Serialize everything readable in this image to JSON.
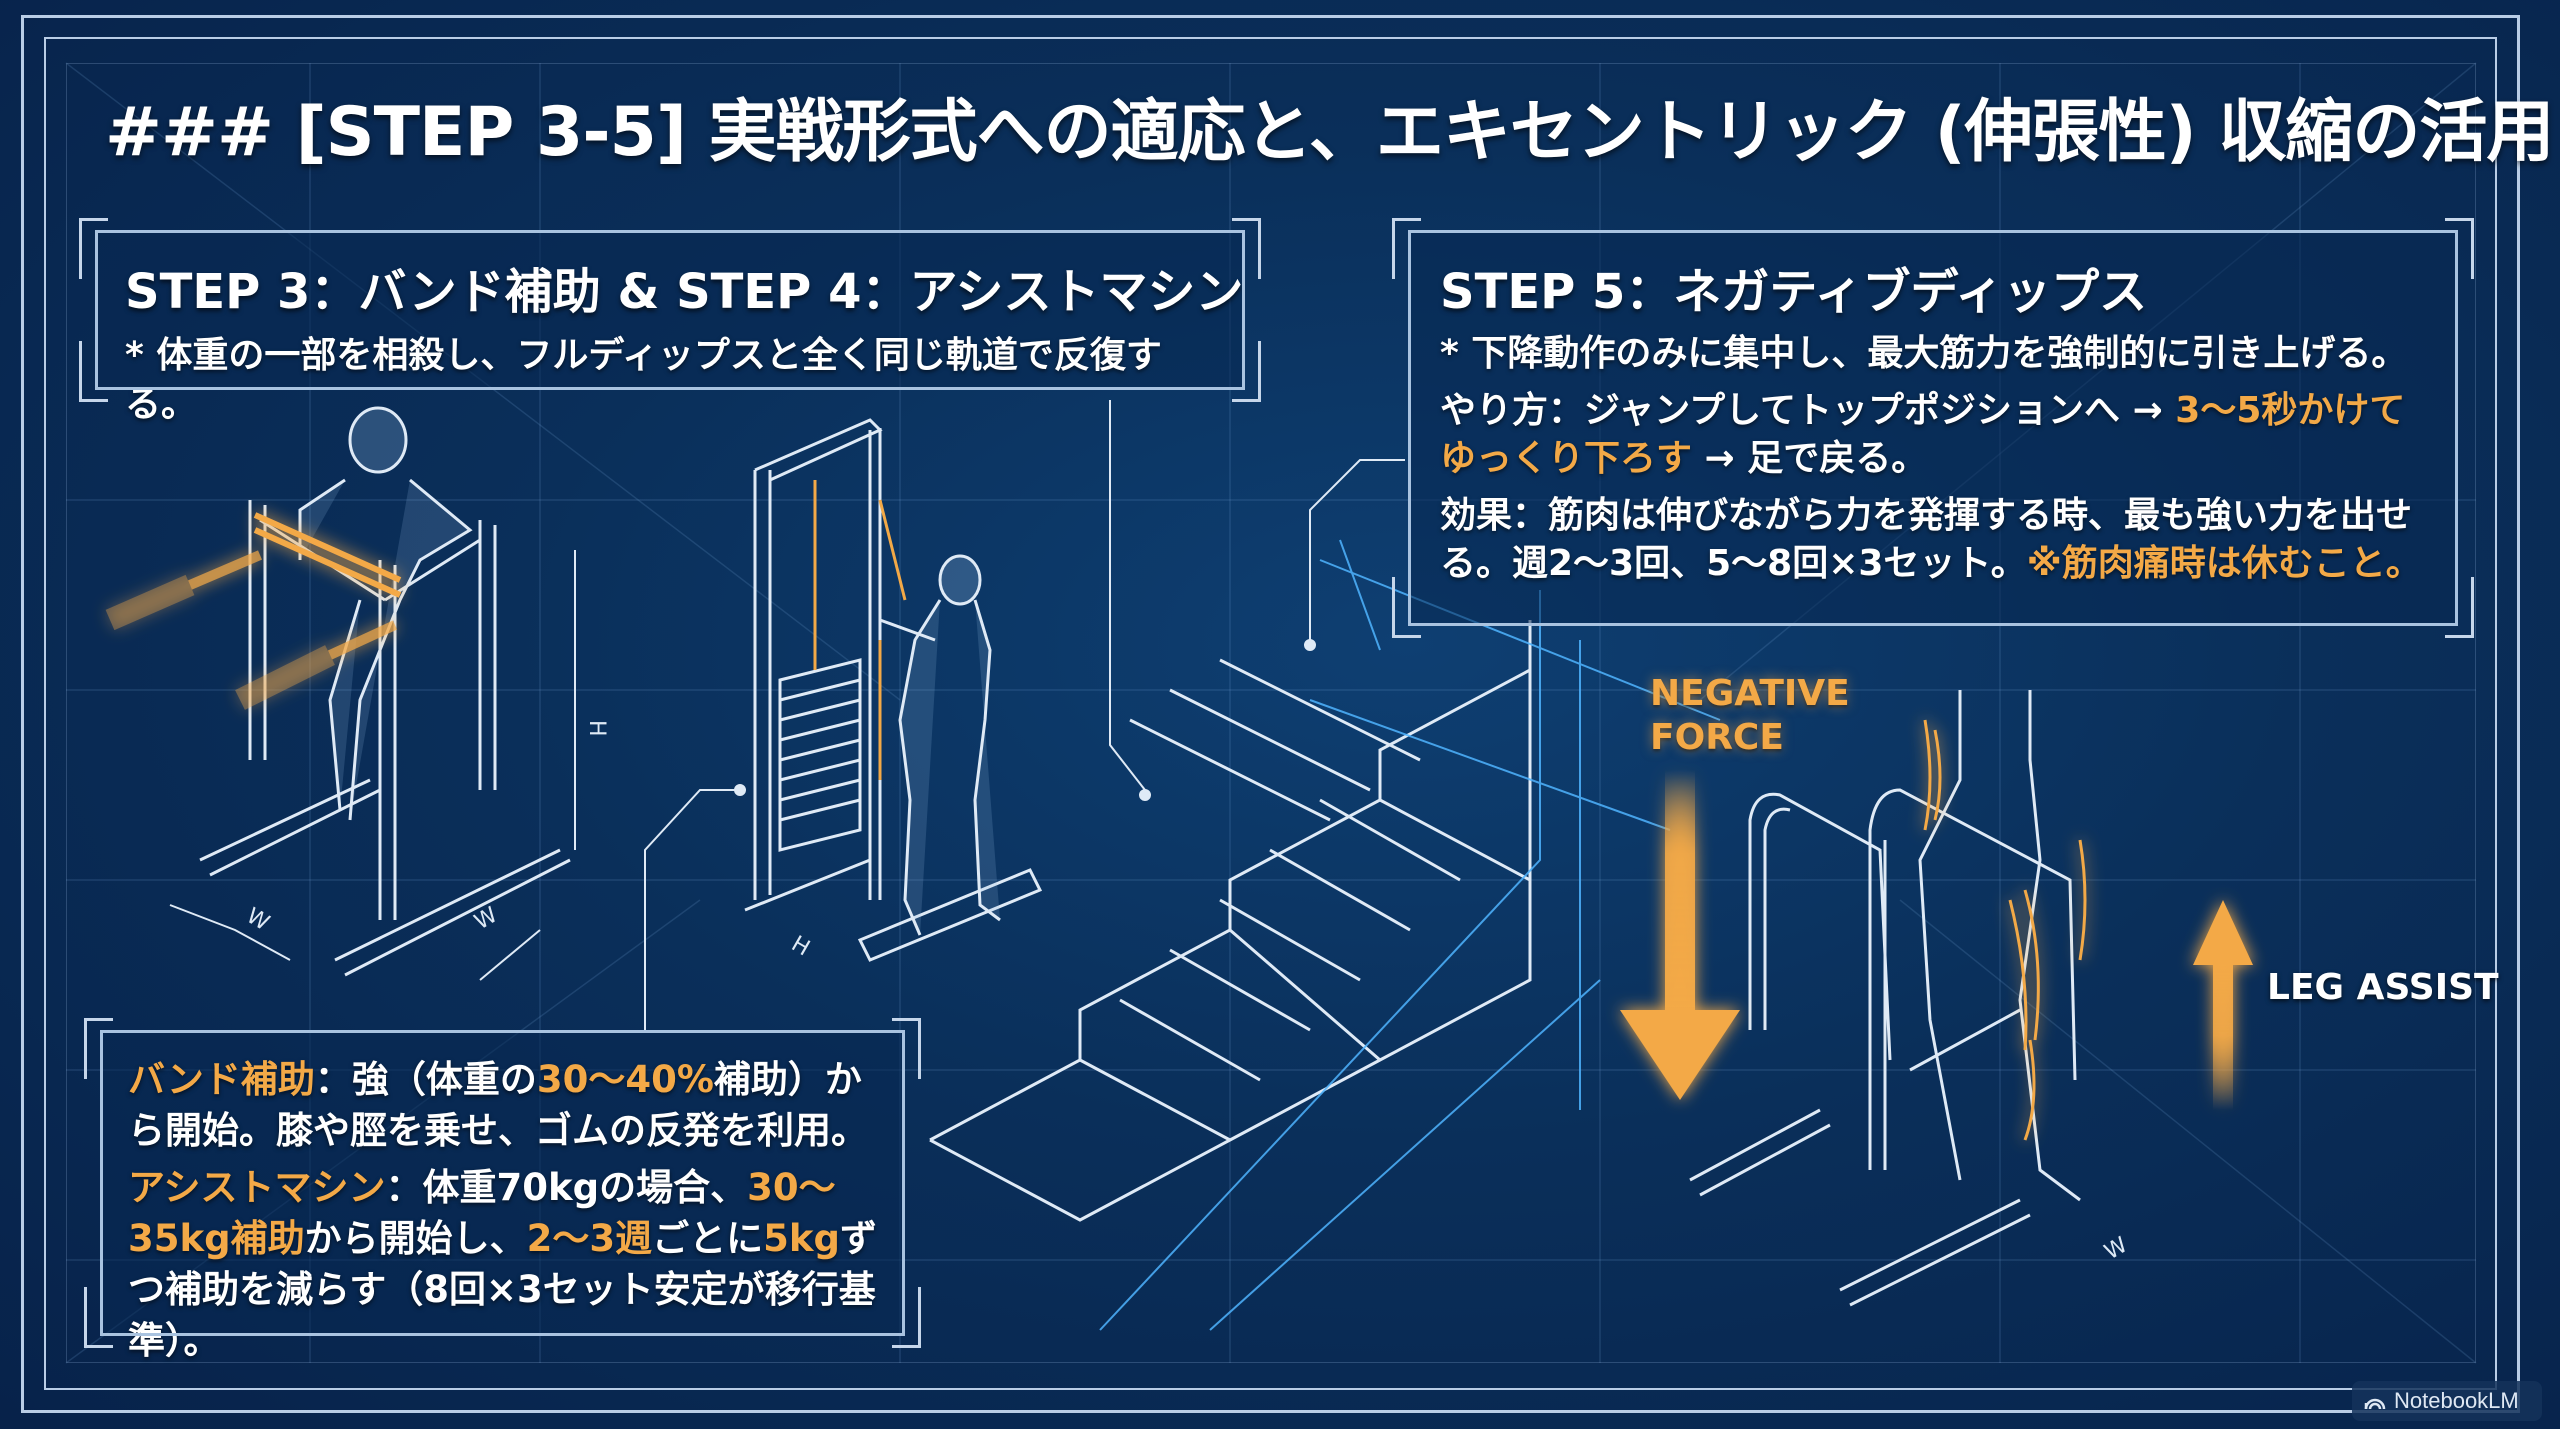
{
  "title": "### [STEP 3-5] 実戦形式への適応と、エキセントリック (伸張性) 収縮の活用",
  "colors": {
    "background": "#0a2f5a",
    "line": "#b9cde6",
    "accent_orange": "#f3a947",
    "text": "#ffffff"
  },
  "step34": {
    "heading": "STEP 3：バンド補助 & STEP 4：アシストマシン",
    "note": "* 体重の一部を相殺し、フルディップスと全く同じ軌道で反復する。"
  },
  "step5": {
    "heading": "STEP 5：ネガティブディップス",
    "note": "* 下降動作のみに集中し、最大筋力を強制的に引き上げる。",
    "method": {
      "label": "やり方：ジャンプしてトップポジションへ → ",
      "highlight": "3〜5秒かけてゆっくり下ろす",
      "tail": " → 足で戻る。"
    },
    "effect": {
      "text": "効果：筋肉は伸びながら力を発揮する時、最も強い力を出せる。週2〜3回、5〜8回×3セット。",
      "highlight": "※筋肉痛時は休むこと。"
    }
  },
  "detail": {
    "band": {
      "label": "バンド補助",
      "t1": "：強（体重の",
      "h1": "30〜40%",
      "t2": "補助）から開始。膝や脛を乗せ、ゴムの反発を利用。"
    },
    "machine": {
      "label": "アシストマシン",
      "t1": "：体重70kgの場合、",
      "h1": "30〜35kg補助",
      "t2": "から開始し、",
      "h2": "2〜3週",
      "t3": "ごとに",
      "h3": "5kg",
      "t4": "ずつ補助を減らす（8回×3セット安定が移行基準）。"
    }
  },
  "illustrations": {
    "dip_stand": {
      "dimension_labels": [
        "W",
        "W",
        "H"
      ]
    },
    "assist_machine": {
      "dimension_labels": [
        "H"
      ]
    },
    "parallel_bars": {
      "dimension_labels": [
        "W"
      ]
    },
    "negative_force_label": "NEGATIVE FORCE",
    "leg_assist_label": "LEG ASSIST"
  },
  "watermark": {
    "icon": "notebooklm-logo-icon",
    "text": "NotebookLM"
  }
}
